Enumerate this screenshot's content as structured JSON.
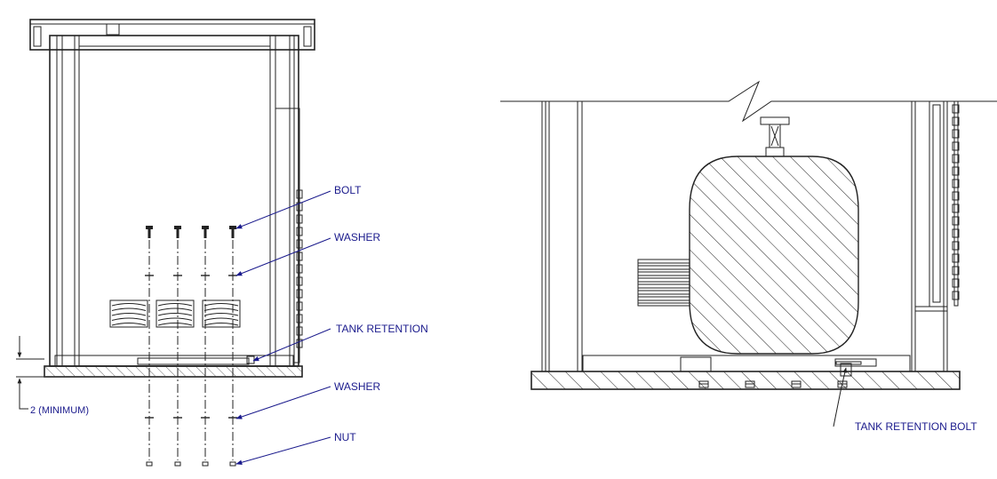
{
  "labels": {
    "bolt": "BOLT",
    "washer_top": "WASHER",
    "tank_retention": "TANK RETENTION",
    "washer_bottom": "WASHER",
    "nut": "NUT",
    "minimum": "2 (MINIMUM)",
    "tank_retention_bolt": "TANK RETENTION BOLT"
  },
  "colors": {
    "label": "#1a1a8c",
    "line": "#222222"
  }
}
